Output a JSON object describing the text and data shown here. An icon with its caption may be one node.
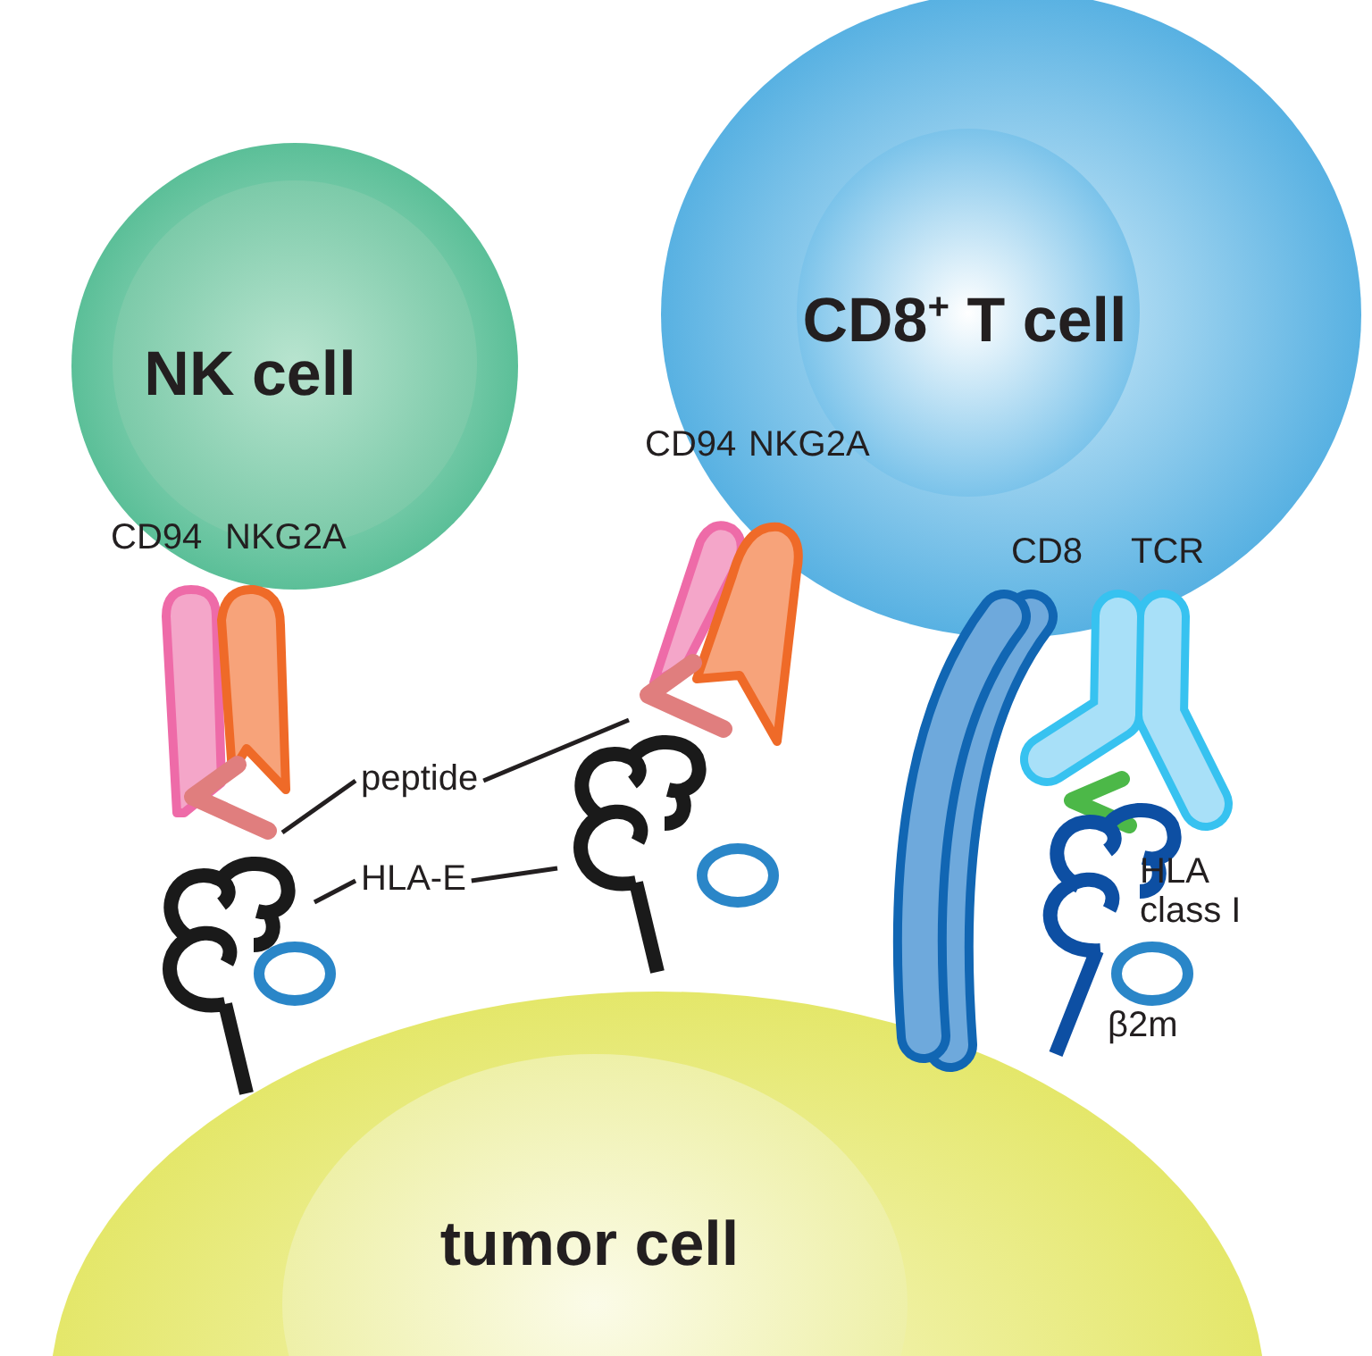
{
  "diagram": {
    "nodes": [
      {
        "text": [
          "NK cell"
        ]
      },
      {
        "text": [
          "CD8$^{+}$ T cell"
        ]
      },
      {
        "text": [
          "tumor cell"
        ]
      },
      {
        "text": [
          "peptide"
        ]
      },
      {
        "text": [
          "HLA-E"
        ]
      },
      {
        "text": [],
        "shape": "arc"
      },
      {
        "text": [],
        "shape": "arc"
      },
      {
        "text": [],
        "shape": "coil"
      },
      {
        "text": [],
        "shape": "coil"
      }
    ],
    "edges": [
      {
        "from": 3,
        "to": 5,
        "arrow": "none"
      },
      {
        "from": 3,
        "to": 6,
        "arrow": "none"
      },
      {
        "from": 4,
        "to": 7,
        "arrow": "none"
      },
      {
        "from": 4,
        "to": 8,
        "arrow": "none"
      }
    ],
    "labels": [
      "CD94",
      "NKG2A",
      "CD94",
      "NKG2A",
      "CD8",
      "TCR",
      "HLA class I",
      "β2m"
    ]
  }
}
